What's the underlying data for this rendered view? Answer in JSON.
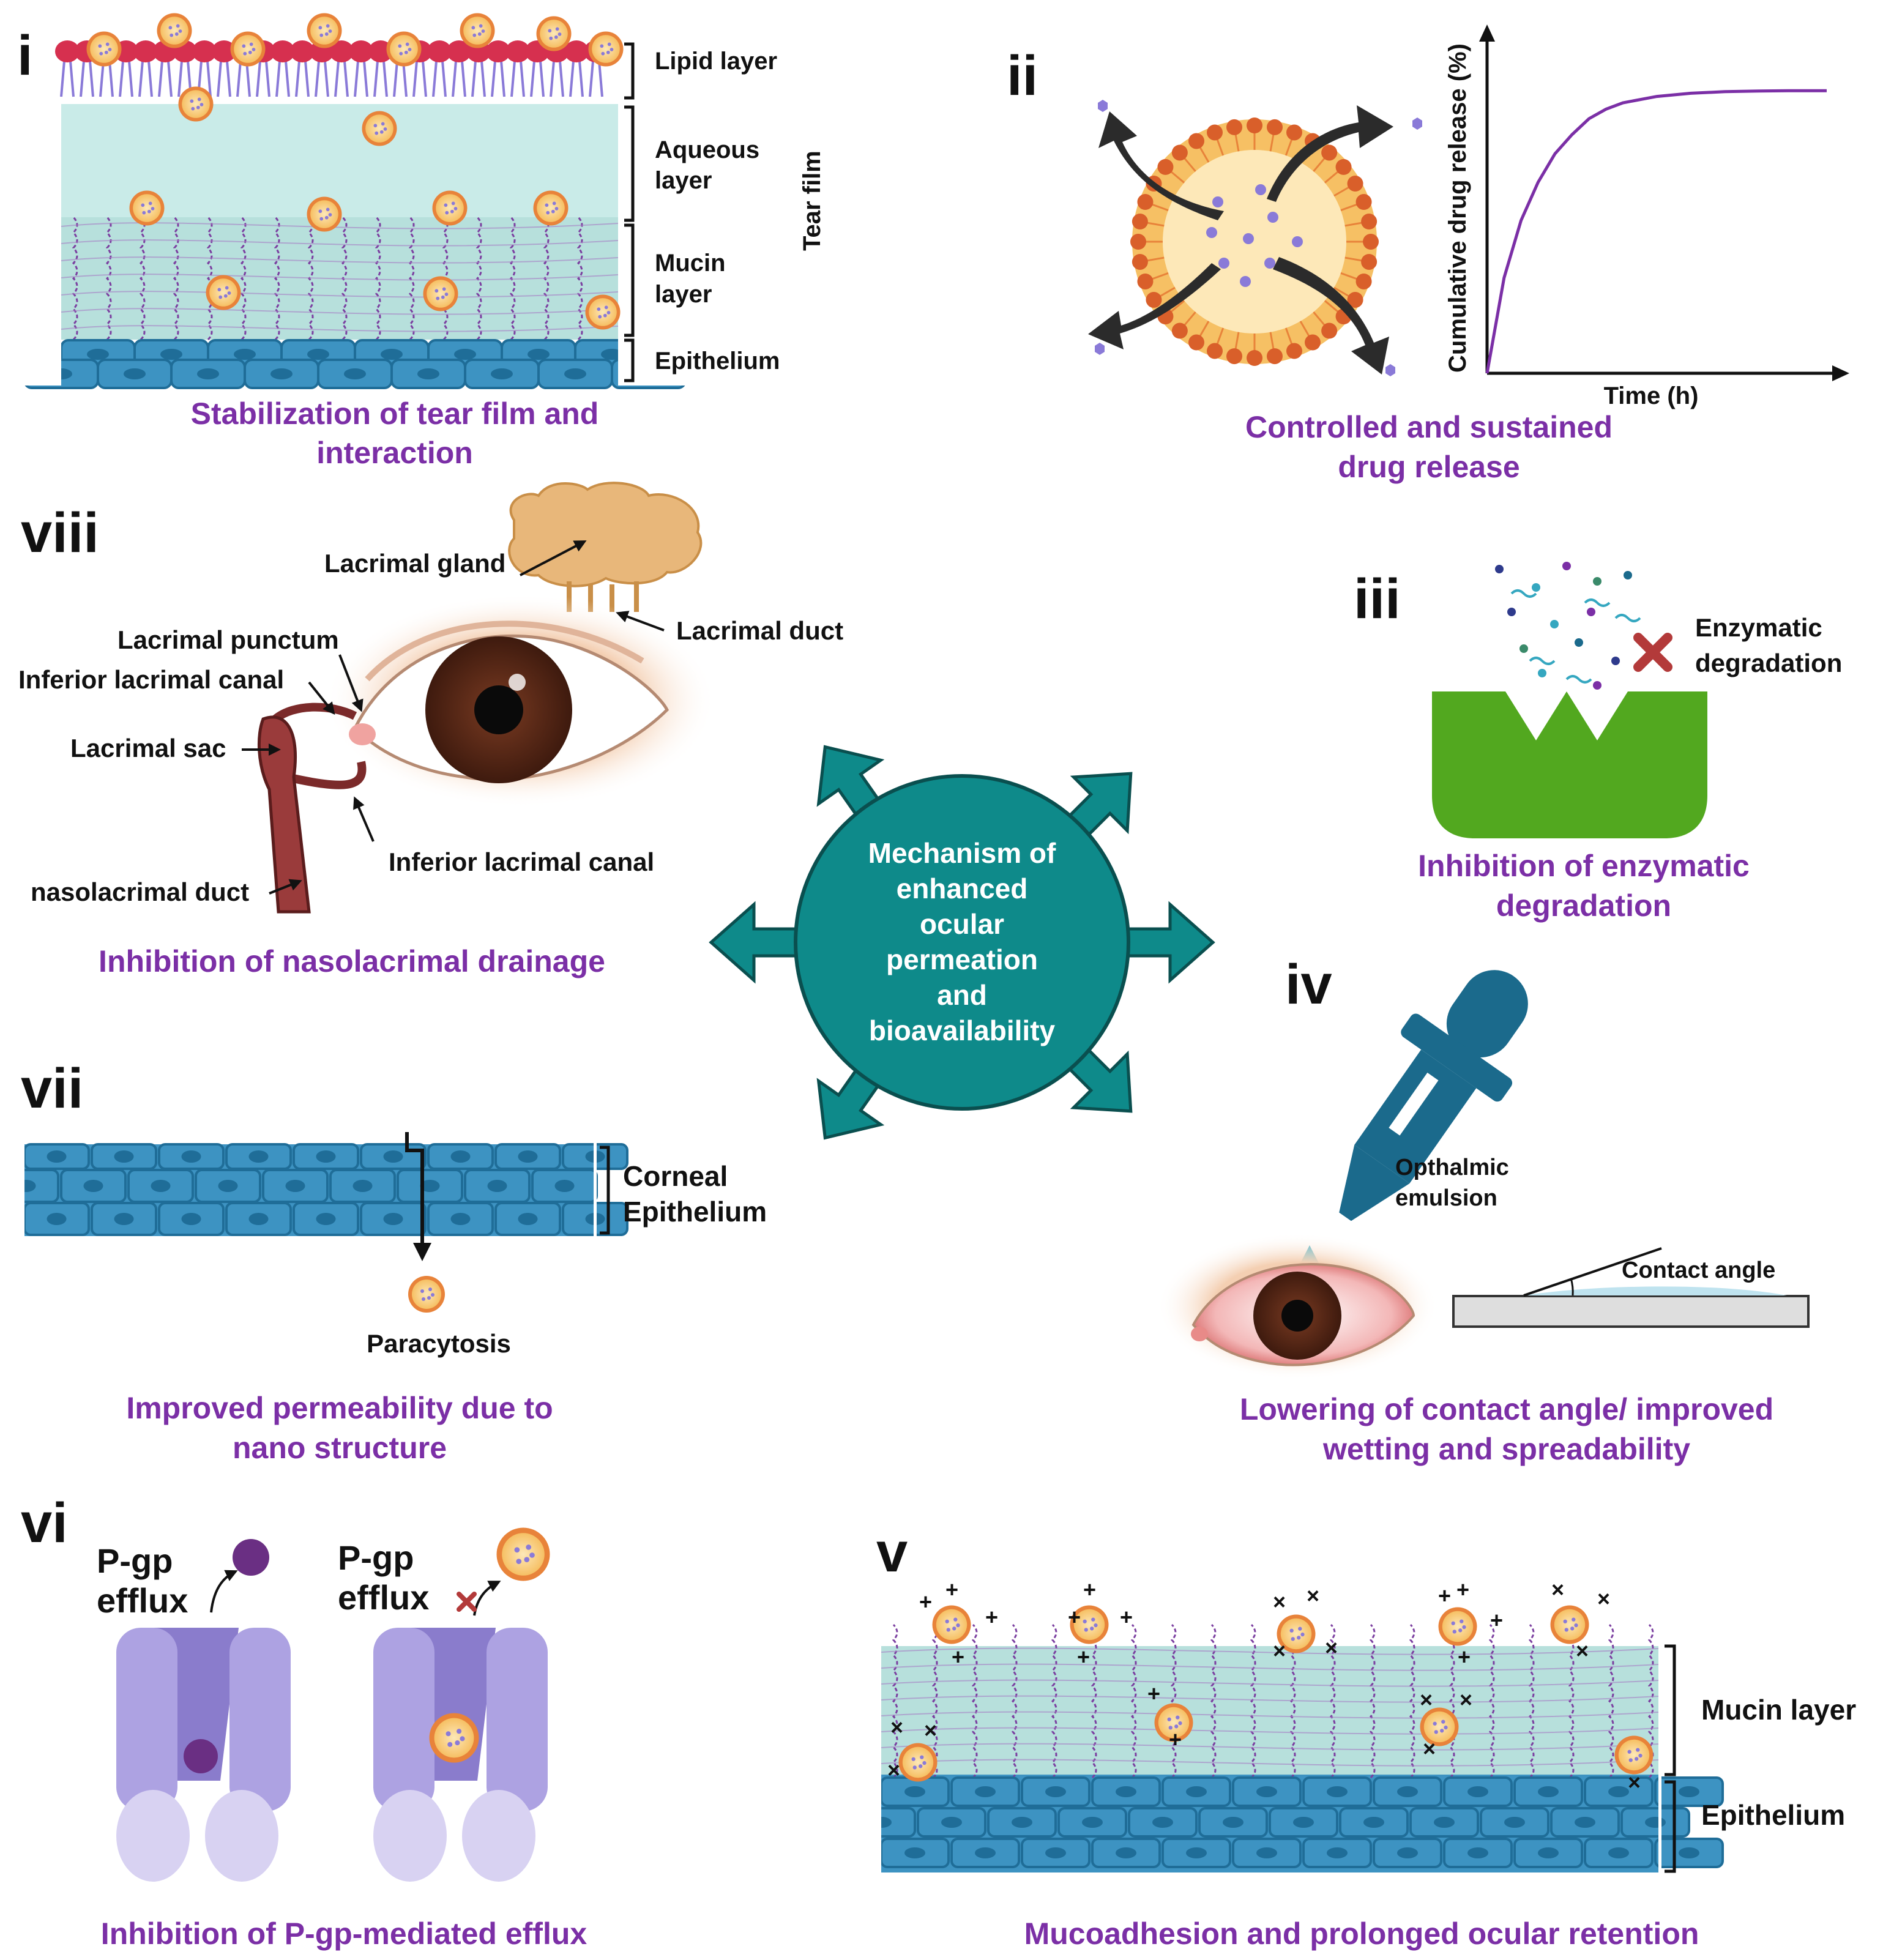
{
  "colors": {
    "caption": "#7b2fa6",
    "center": "#0e8a8a",
    "center_text": "#ffffff",
    "epithelium": "#3d93c2",
    "aqueous": "#c9ebe8",
    "lipid_head": "#d6304f",
    "nanoparticle": "#f4b54a",
    "enzyme": "#52a81f",
    "pgp": "#9a8bd6",
    "dropper": "#1b6a8c"
  },
  "center": {
    "lines": [
      "Mechanism of",
      "enhanced",
      "ocular",
      "permeation",
      "and",
      "bioavailability"
    ]
  },
  "panel_i": {
    "numeral": "i",
    "labels": {
      "lipid": "Lipid layer",
      "aqueous_1": "Aqueous",
      "aqueous_2": "layer",
      "mucin_1": "Mucin",
      "mucin_2": "layer",
      "epithelium": "Epithelium",
      "tear_film": "Tear film"
    },
    "caption": [
      "Stabilization of tear film and",
      "interaction"
    ]
  },
  "panel_ii": {
    "numeral": "ii",
    "chart_data": {
      "type": "line",
      "xlabel": "Time (h)",
      "ylabel": "Cumulative drug release (%)",
      "series": [
        {
          "x": [
            0,
            0.5,
            1,
            1.5,
            2,
            2.5,
            3,
            3.5,
            4,
            5,
            6,
            7,
            8,
            9,
            10
          ],
          "y": [
            0,
            30,
            48,
            60,
            69,
            75,
            80,
            83,
            85,
            87,
            88,
            88.5,
            88.7,
            88.8,
            88.8
          ]
        }
      ],
      "xlim": [
        0,
        10
      ],
      "ylim": [
        0,
        100
      ]
    },
    "caption": [
      "Controlled and sustained",
      "drug release"
    ]
  },
  "panel_iii": {
    "numeral": "iii",
    "label_1": "Enzymatic",
    "label_2": "degradation",
    "caption": [
      "Inhibition of enzymatic",
      "degradation"
    ]
  },
  "panel_iv": {
    "numeral": "iv",
    "emulsion_1": "Opthalmic",
    "emulsion_2": "emulsion",
    "contact_angle": "Contact angle",
    "caption": [
      "Lowering of contact angle/ improved",
      "wetting and spreadability"
    ]
  },
  "panel_v": {
    "numeral": "v",
    "mucin": "Mucin layer",
    "epithelium": "Epithelium",
    "caption": "Mucoadhesion and prolonged ocular retention"
  },
  "panel_vi": {
    "numeral": "vi",
    "pgp_1": "P-gp",
    "efflux_1": "efflux",
    "pgp_2": "P-gp",
    "efflux_2": "efflux",
    "caption": "Inhibition of P-gp-mediated efflux"
  },
  "panel_vii": {
    "numeral": "vii",
    "corneal_1": "Corneal",
    "corneal_2": "Epithelium",
    "paracytosis": "Paracytosis",
    "caption": [
      "Improved permeability due to",
      "nano structure"
    ]
  },
  "panel_viii": {
    "numeral": "viii",
    "labels": {
      "gland": "Lacrimal gland",
      "duct": "Lacrimal duct",
      "punctum": "Lacrimal punctum",
      "canal_top": "Inferior lacrimal canal",
      "sac": "Lacrimal sac",
      "canal_bottom": "Inferior lacrimal canal",
      "nasolacrimal": "nasolacrimal duct"
    },
    "caption": "Inhibition of nasolacrimal drainage"
  }
}
